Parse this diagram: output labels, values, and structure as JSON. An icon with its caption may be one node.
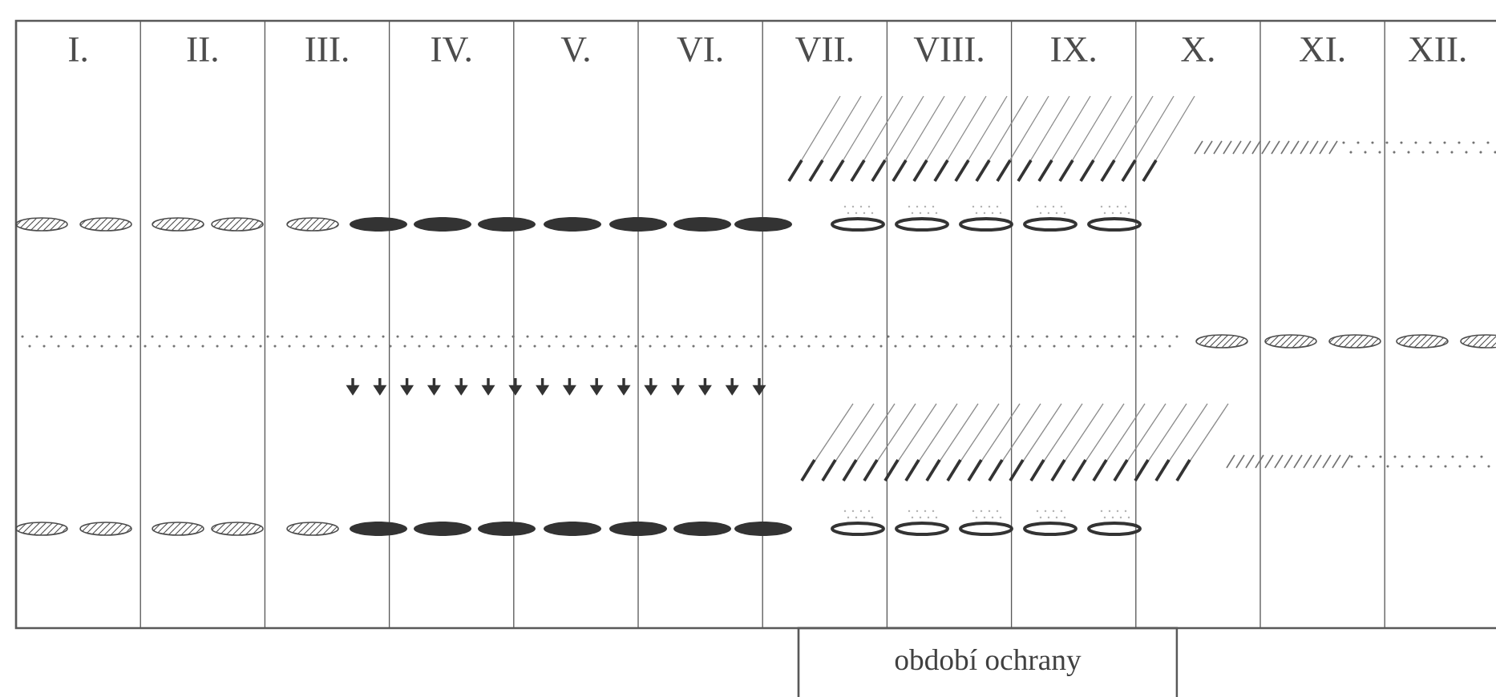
{
  "diagram": {
    "nodes": [
      {
        "text": [
          "období ochrany"
        ]
      }
    ],
    "labels": [
      "I.",
      "II.",
      "III.",
      "IV.",
      "V.",
      "VI.",
      "VII.",
      "VIII.",
      "IX.",
      "X.",
      "XI.",
      "XII."
    ]
  }
}
